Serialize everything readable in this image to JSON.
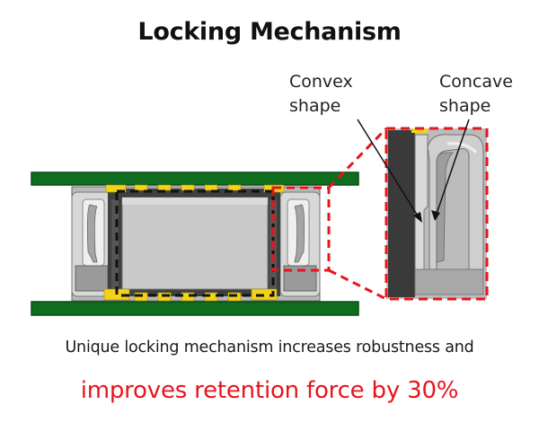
{
  "title": "Locking Mechanism",
  "labels": {
    "convex": [
      "Convex",
      "shape"
    ],
    "concave": [
      "Concave",
      "shape"
    ]
  },
  "caption": "Unique locking mechanism increases robustness and",
  "highlight": "improves retention force by 30%",
  "colors": {
    "pcb_green": "#0f6e1d",
    "pcb_dark": "#0a4a14",
    "dash_red": "#e8141c",
    "gold": "#f2d31a",
    "housing_gray": "#8c8c8c",
    "body_gray": "#c8c8c8",
    "dark_gray": "#3a3a3a",
    "highlight_text": "#e8141c"
  }
}
